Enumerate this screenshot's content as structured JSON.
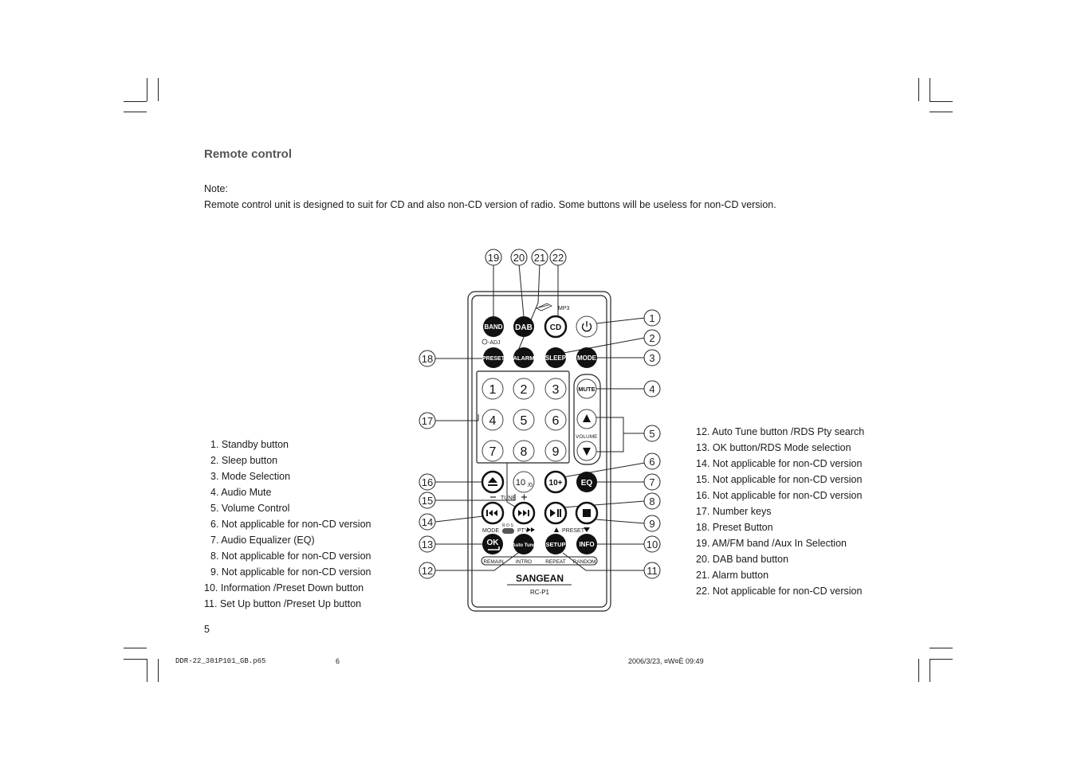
{
  "heading": "Remote control",
  "note_label": "Note:",
  "note_text": "Remote control unit is designed to suit for CD and also non-CD version of radio. Some buttons will be useless for non-CD version.",
  "legend_left": [
    "1. Standby button",
    "2. Sleep button",
    "3. Mode Selection",
    "4. Audio Mute",
    "5. Volume Control",
    "6. Not applicable for non-CD version",
    "7. Audio Equalizer (EQ)",
    "8. Not applicable for non-CD version",
    "9. Not applicable for non-CD version",
    "10. Information /Preset Down button",
    "11. Set Up button /Preset Up button"
  ],
  "legend_right": [
    "12. Auto Tune button /RDS Pty search",
    "13. OK button/RDS Mode selection",
    "14. Not applicable for non-CD version",
    "15. Not applicable for non-CD version",
    "16. Not applicable for non-CD version",
    "17. Number keys",
    "18. Preset Button",
    "19. AM/FM band /Aux In Selection",
    "20. DAB band button",
    "21. Alarm button",
    "22. Not applicable for non-CD version"
  ],
  "remote": {
    "brand": "SANGEAN",
    "model": "RC-P1",
    "mp3": "MP3",
    "adj": "-ADJ",
    "tune": "TUNE",
    "volume": "VOLUME",
    "mode": "MODE",
    "pty": "PTY",
    "preset": "PRESET",
    "rds": "R·D·S",
    "buttons": {
      "band": "BAND",
      "dab": "DAB",
      "cd": "CD",
      "preset": "PRESET",
      "alarm": "ALARM",
      "sleep": "SLEEP",
      "mode": "MODE",
      "mute": "MUTE",
      "ten_zero": "10",
      "ten_zero_sub": "/0",
      "ten_plus": "10+",
      "eq": "EQ",
      "ok": "OK",
      "auto_tune": "Auto Tune",
      "setup": "SETUP",
      "info": "INFO",
      "keys": [
        "1",
        "2",
        "3",
        "4",
        "5",
        "6",
        "7",
        "8",
        "9"
      ]
    },
    "sub_labels": [
      "REMAIN",
      "INTRO",
      "REPEAT",
      "RANDOM"
    ],
    "callouts": [
      "1",
      "2",
      "3",
      "4",
      "5",
      "6",
      "7",
      "8",
      "9",
      "10",
      "11",
      "12",
      "13",
      "14",
      "15",
      "16",
      "17",
      "18",
      "19",
      "20",
      "21",
      "22"
    ]
  },
  "page_number": "5",
  "footer": {
    "file": "DDR-22_381P101_GB.p65",
    "page": "6",
    "date": "2006/3/23, ¤W¤È 09:49"
  }
}
